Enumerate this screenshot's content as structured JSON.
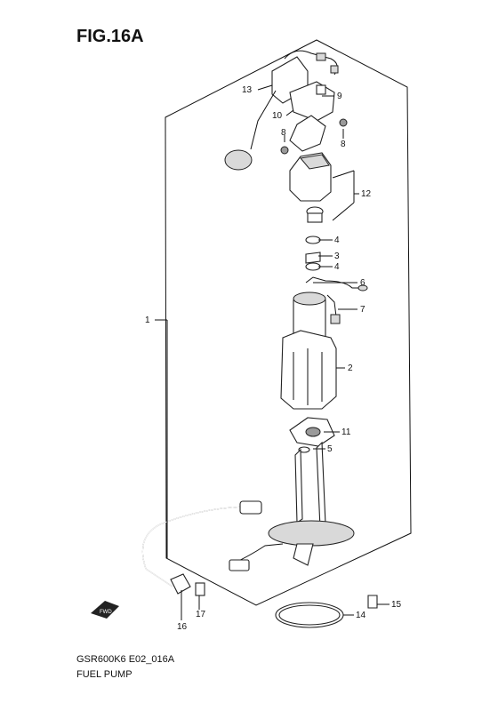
{
  "figure": {
    "title": "FIG.16A",
    "code": "GSR600K6 E02_016A",
    "subtitle": "FUEL PUMP"
  },
  "fwd_badge": "FWD",
  "callouts": [
    {
      "id": "1",
      "text": "1"
    },
    {
      "id": "2",
      "text": "2"
    },
    {
      "id": "3",
      "text": "3"
    },
    {
      "id": "4a",
      "text": "4"
    },
    {
      "id": "4b",
      "text": "4"
    },
    {
      "id": "5",
      "text": "5"
    },
    {
      "id": "6",
      "text": "6"
    },
    {
      "id": "7",
      "text": "7"
    },
    {
      "id": "8a",
      "text": "8"
    },
    {
      "id": "8b",
      "text": "8"
    },
    {
      "id": "9",
      "text": "9"
    },
    {
      "id": "10",
      "text": "10"
    },
    {
      "id": "11",
      "text": "11"
    },
    {
      "id": "12",
      "text": "12"
    },
    {
      "id": "13",
      "text": "13"
    },
    {
      "id": "14",
      "text": "14"
    },
    {
      "id": "15",
      "text": "15"
    },
    {
      "id": "16",
      "text": "16"
    },
    {
      "id": "17",
      "text": "17"
    }
  ]
}
